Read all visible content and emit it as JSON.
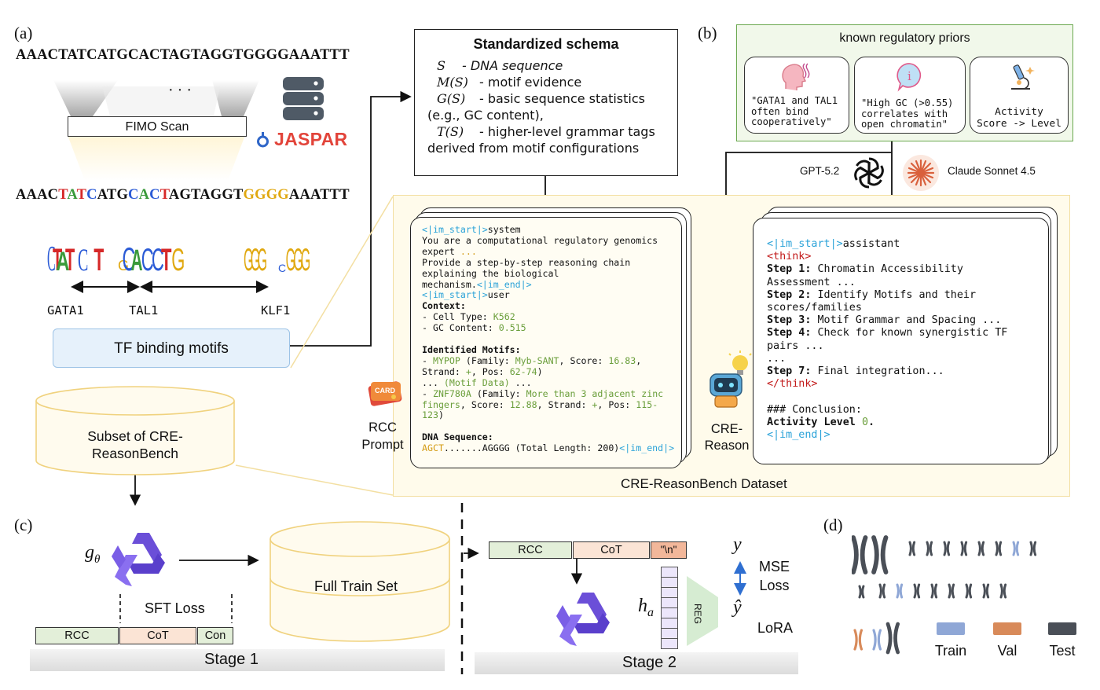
{
  "panel_labels": {
    "a": "(a)",
    "b": "(b)",
    "c": "(c)",
    "d": "(d)"
  },
  "panel_a": {
    "sequence_plain": "AAACTATCATGCACTAGTAGGTGGGGAAATTT",
    "ellipsis": "· · ·",
    "fimo_label": "FIMO Scan",
    "jaspar_label": "JASPAR",
    "sequence_colored": [
      {
        "t": "AAAC",
        "c": "#111111"
      },
      {
        "t": "T",
        "c": "#d62828"
      },
      {
        "t": "A",
        "c": "#3a9a3a"
      },
      {
        "t": "T",
        "c": "#d62828"
      },
      {
        "t": "C",
        "c": "#2b5bd6"
      },
      {
        "t": "ATG",
        "c": "#111111"
      },
      {
        "t": "C",
        "c": "#2b5bd6"
      },
      {
        "t": "A",
        "c": "#3a9a3a"
      },
      {
        "t": "C",
        "c": "#2b5bd6"
      },
      {
        "t": "T",
        "c": "#d62828"
      },
      {
        "t": "AGTAGGT",
        "c": "#111111"
      },
      {
        "t": "GGGG",
        "c": "#e0a810"
      },
      {
        "t": "AAATTT",
        "c": "#111111"
      }
    ],
    "motif_names": [
      "GATA1",
      "TAL1",
      "KLF1"
    ],
    "tf_box": "TF binding motifs",
    "subset_db": "Subset of CRE-\nReasonBench"
  },
  "schema": {
    "title": "Standardized schema",
    "lines": [
      {
        "sym": "S",
        "text": "- DNA sequence",
        "italic": true
      },
      {
        "sym": "M(S)",
        "text": "- motif evidence",
        "italic": false
      },
      {
        "sym": "G(S)",
        "text": "- basic sequence statistics",
        "italic": false
      },
      {
        "sym": "",
        "text": "(e.g., GC content),",
        "italic": false
      },
      {
        "sym": "T(S)",
        "text": "- higher-level grammar tags",
        "italic": false
      },
      {
        "sym": "",
        "text": "derived from motif configurations",
        "italic": false
      }
    ]
  },
  "panel_b": {
    "priors_title": "known regulatory priors",
    "priors": [
      "\"GATA1 and TAL1\noften bind\ncooperatively\"",
      "\"High GC (>0.55)\ncorrelates with\nopen chromatin\"",
      "Activity\nScore -> Level"
    ],
    "gpt_label": "GPT-5.2",
    "claude_label": "Claude Sonnet 4.5",
    "rcc_label": "RCC\nPrompt",
    "cre_reason_label": "CRE-\nReason",
    "dataset_label": "CRE-ReasonBench Dataset",
    "prompt_lines": [
      [
        [
          "tk",
          "<|im_start|>"
        ],
        [
          "",
          "system"
        ]
      ],
      [
        [
          "",
          "You are a computational regulatory genomics"
        ]
      ],
      [
        [
          "",
          "expert "
        ],
        [
          "or",
          "..."
        ]
      ],
      [
        [
          "",
          "Provide a step-by-step reasoning chain"
        ]
      ],
      [
        [
          "",
          "explaining the biological"
        ]
      ],
      [
        [
          "",
          "mechanism."
        ],
        [
          "tk",
          "<|im_end|>"
        ]
      ],
      [
        [
          "tk",
          "<|im_start|>"
        ],
        [
          "",
          "user"
        ]
      ],
      [
        [
          "b",
          "Context:"
        ]
      ],
      [
        [
          "",
          "- Cell Type: "
        ],
        [
          "gr",
          "K562"
        ]
      ],
      [
        [
          "",
          "- GC Content: "
        ],
        [
          "gr",
          "0.515"
        ]
      ],
      [
        [
          "",
          ""
        ]
      ],
      [
        [
          "b",
          "Identified Motifs:"
        ]
      ],
      [
        [
          "",
          "- "
        ],
        [
          "gr",
          "MYPOP"
        ],
        [
          "",
          " (Family: "
        ],
        [
          "gr",
          "Myb-SANT"
        ],
        [
          "",
          ", Score: "
        ],
        [
          "gr",
          "16.83"
        ],
        [
          "",
          ","
        ]
      ],
      [
        [
          "",
          "Strand: "
        ],
        [
          "gr",
          "+"
        ],
        [
          "",
          ", Pos: "
        ],
        [
          "gr",
          "62-74"
        ],
        [
          "",
          ")"
        ]
      ],
      [
        [
          "",
          "... "
        ],
        [
          "gr",
          "(Motif Data)"
        ],
        [
          "",
          " ..."
        ]
      ],
      [
        [
          "",
          "- "
        ],
        [
          "gr",
          "ZNF780A"
        ],
        [
          "",
          " (Family: "
        ],
        [
          "gr",
          "More than 3 adjacent zinc"
        ]
      ],
      [
        [
          "gr",
          "fingers"
        ],
        [
          "",
          ", Score: "
        ],
        [
          "gr",
          "12.88"
        ],
        [
          "",
          ", Strand: "
        ],
        [
          "gr",
          "+"
        ],
        [
          "",
          ", Pos: "
        ],
        [
          "gr",
          "115-"
        ]
      ],
      [
        [
          "gr",
          "123"
        ],
        [
          "",
          ")"
        ]
      ],
      [
        [
          "",
          ""
        ]
      ],
      [
        [
          "b",
          "DNA Sequence:"
        ]
      ],
      [
        [
          "or",
          "AGCT"
        ],
        [
          "",
          ".......AGGGG (Total Length: 200)"
        ],
        [
          "tk",
          "<|im_end|>"
        ]
      ]
    ],
    "answer_lines": [
      [
        [
          "tk",
          "<|im_start|>"
        ],
        [
          "",
          "assistant"
        ]
      ],
      [
        [
          "rd",
          "<think>"
        ]
      ],
      [
        [
          "b",
          "Step 1:"
        ],
        [
          "",
          " Chromatin Accessibility"
        ]
      ],
      [
        [
          "",
          "Assessment ..."
        ]
      ],
      [
        [
          "b",
          "Step 2:"
        ],
        [
          "",
          " Identify Motifs and their"
        ]
      ],
      [
        [
          "",
          "scores/families"
        ]
      ],
      [
        [
          "b",
          "Step 3:"
        ],
        [
          "",
          " Motif Grammar and Spacing ..."
        ]
      ],
      [
        [
          "b",
          "Step 4:"
        ],
        [
          "",
          " Check for known synergistic TF"
        ]
      ],
      [
        [
          "",
          "pairs ..."
        ]
      ],
      [
        [
          "",
          "..."
        ]
      ],
      [
        [
          "b",
          "Step 7:"
        ],
        [
          "",
          " Final integration..."
        ]
      ],
      [
        [
          "rd",
          "</think>"
        ]
      ],
      [
        [
          "",
          ""
        ]
      ],
      [
        [
          "",
          "### Conclusion:"
        ]
      ],
      [
        [
          "b",
          "Activity Level "
        ],
        [
          "gr",
          "0"
        ],
        [
          "b",
          "."
        ]
      ],
      [
        [
          "tk",
          "<|im_end|>"
        ]
      ]
    ]
  },
  "panel_c": {
    "g_theta": "g",
    "g_sub": "θ",
    "full_train": "Full Train Set",
    "sft_loss": "SFT Loss",
    "stage1_bar": [
      "RCC",
      "CoT",
      "Con"
    ],
    "stage1": "Stage 1",
    "stage2_bar": [
      "RCC",
      "CoT",
      "\"\\n\""
    ],
    "h_a": "h",
    "h_sub": "a",
    "reg": "REG",
    "y": "y",
    "y_hat": "ŷ",
    "mse": "MSE\nLoss",
    "lora": "LoRA",
    "stage2": "Stage 2"
  },
  "panel_d": {
    "legend": [
      {
        "label": "Train",
        "color": "#8fa7d6"
      },
      {
        "label": "Val",
        "color": "#d88a5a"
      },
      {
        "label": "Test",
        "color": "#4a4f57"
      }
    ]
  }
}
